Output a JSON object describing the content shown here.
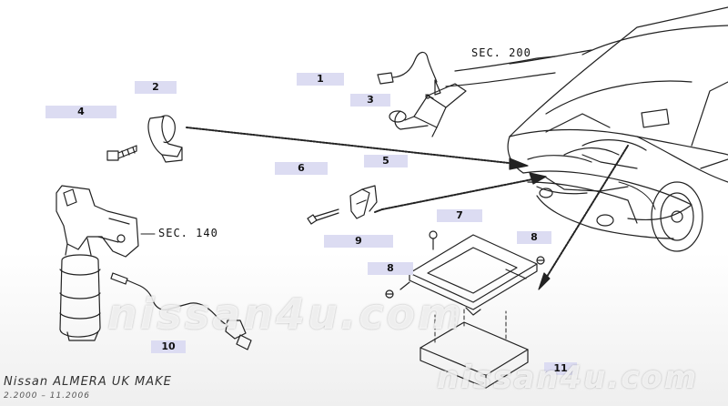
{
  "parts": [
    {
      "ref": "1"
    },
    {
      "ref": "2"
    },
    {
      "ref": "3"
    },
    {
      "ref": "4"
    },
    {
      "ref": "5"
    },
    {
      "ref": "6"
    },
    {
      "ref": "7"
    },
    {
      "ref": "8"
    },
    {
      "ref": "8"
    },
    {
      "ref": "9"
    },
    {
      "ref": "10"
    },
    {
      "ref": "11"
    }
  ],
  "sections": {
    "sec200": "SEC. 200",
    "sec140": "SEC. 140"
  },
  "footer": {
    "title": "Nissan ALMERA UK MAKE",
    "dates": "2.2000 – 11.2006"
  },
  "watermark": {
    "center": "nissan4u.com",
    "corner": "nissan4u.com"
  },
  "colors": {
    "line": "#222222",
    "label_bg": "#dcdcf2"
  }
}
